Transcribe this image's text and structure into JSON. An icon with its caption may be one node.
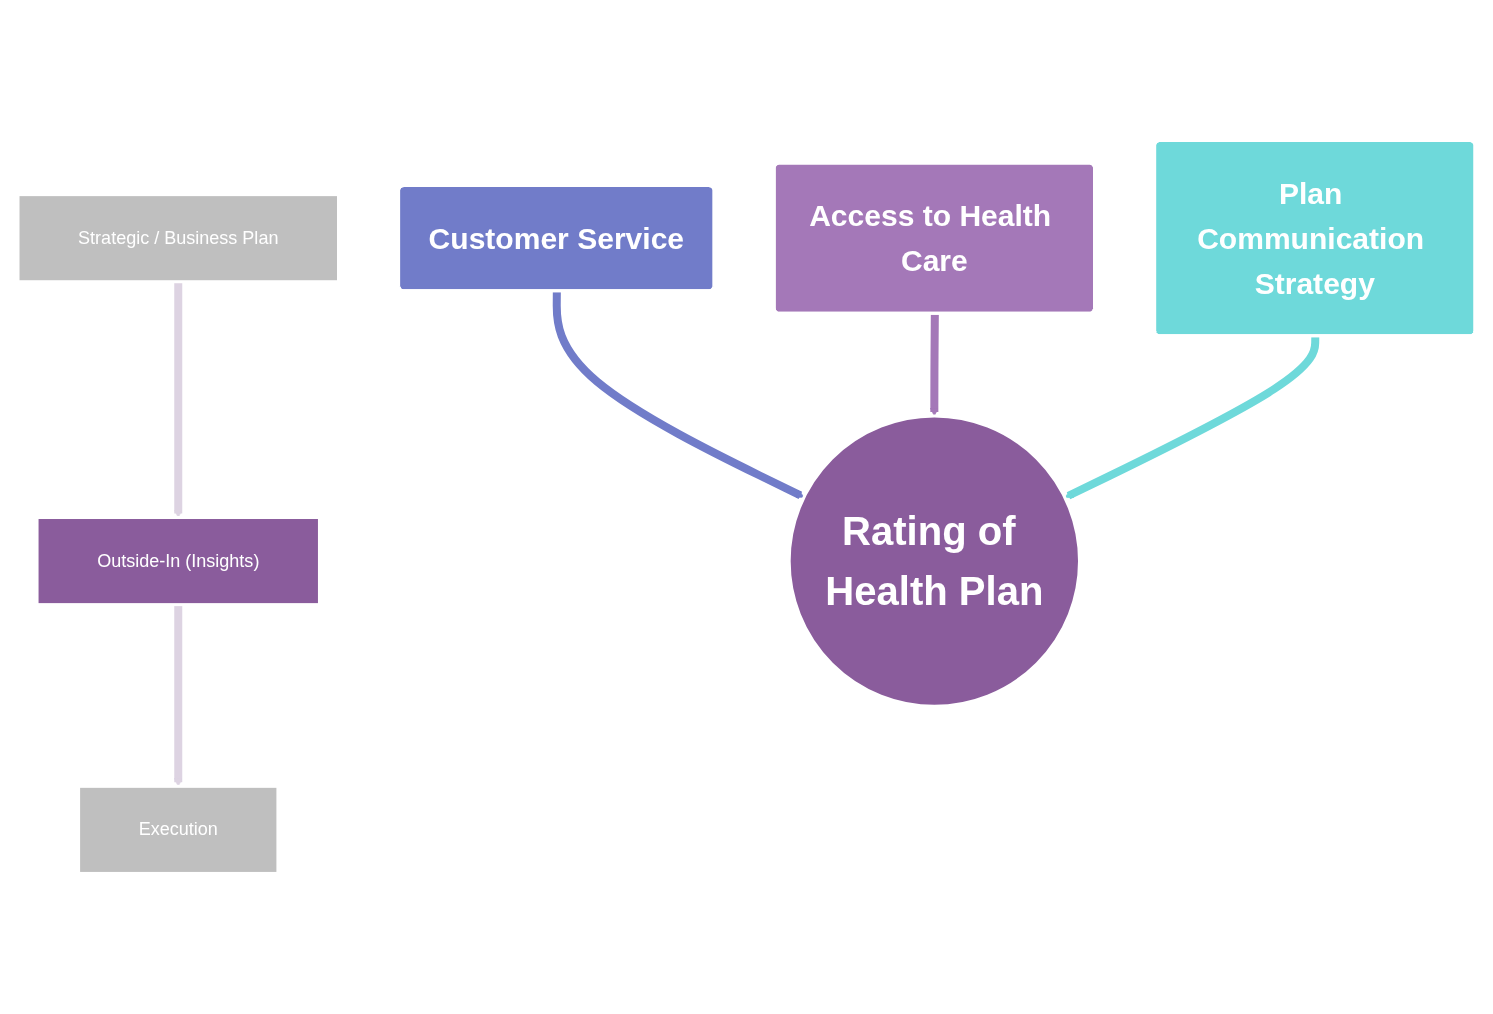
{
  "diagram": {
    "nodes": [
      {
        "text": [
          "Strategic / Business Plan"
        ]
      },
      {
        "text": [
          "Outside-In (Insights)"
        ]
      },
      {
        "text": [
          "Execution"
        ]
      },
      {
        "text": [
          "Customer Service"
        ]
      },
      {
        "text": [
          "Access to Health Care"
        ]
      },
      {
        "text": [
          "Plan Communication Strategy"
        ]
      },
      {
        "text": [
          "Rating of Health Plan"
        ]
      }
    ],
    "edges": [
      {
        "from": 0,
        "to": 1,
        "arrow": "to",
        "color": "#ddd3e2"
      },
      {
        "from": 1,
        "to": 2,
        "arrow": "to",
        "color": "#ddd3e2"
      },
      {
        "from": 3,
        "to": 6,
        "arrow": "to",
        "color": "#717cc9"
      },
      {
        "from": 4,
        "to": 6,
        "arrow": "to",
        "color": "#a478b8"
      },
      {
        "from": 5,
        "to": 6,
        "arrow": "to",
        "color": "#6ed9da"
      }
    ]
  }
}
